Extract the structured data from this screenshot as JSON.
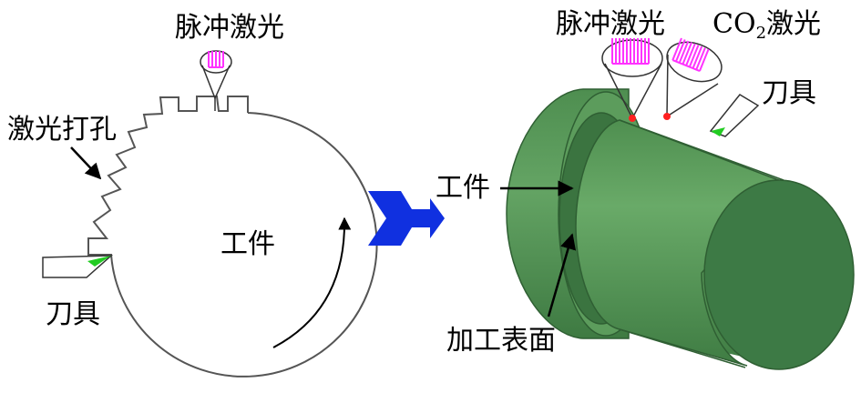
{
  "left": {
    "pulse_laser": "脉冲激光",
    "laser_drilling": "激光打孔",
    "workpiece": "工件",
    "tool": "刀具"
  },
  "right": {
    "pulse_laser": "脉冲激光",
    "co2_prefix": "CO",
    "co2_sub": "2",
    "co2_suffix": "激光",
    "tool": "刀具",
    "workpiece": "工件",
    "machined_surface": "加工表面"
  },
  "colors": {
    "cylinder_side": "#5a9a5a",
    "cylinder_face": "#3d7a45",
    "flange_face": "#66a866",
    "laser_beam": "#ff33ff",
    "tool_tip": "#22cc22",
    "arrow": "#1030e0",
    "spot": "#ff2020"
  }
}
